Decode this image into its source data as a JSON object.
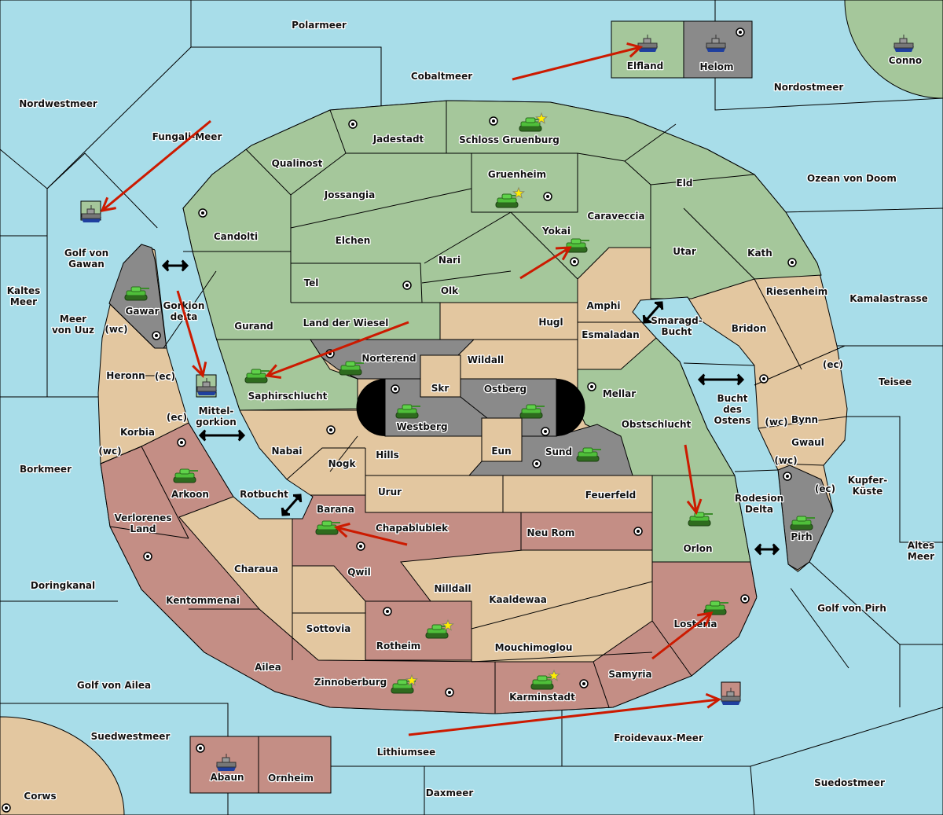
{
  "colors": {
    "sea": "#a8dde9",
    "neutral": "#e3c7a0",
    "green": "#a5c79b",
    "red": "#c48e85",
    "gray": "#8a8a8a",
    "order_arrow": "#cc1a00",
    "star": "#ffee00"
  },
  "labels": {
    "sea": [
      "Polarmeer",
      "Cobaltmeer",
      "Nordwestmeer",
      "Fungali-Meer",
      "Nordostmeer",
      "Conno",
      "Elfland",
      "Helom",
      "Ozean von Doom",
      "Golf von\nGawan",
      "Kaltes\nMeer",
      "Meer\nvon Uuz",
      "Gorkion\ndelta",
      "Kamalastrasse",
      "Smaragd-\nBucht",
      "Teisee",
      "Bucht\ndes\nOstens",
      "Mittel-\ngorkion",
      "Borkmeer",
      "Kupfer-\nKüste",
      "Rotbucht",
      "Rodesion\nDelta",
      "Altes\nMeer",
      "Doringkanal",
      "Golf von Pirh",
      "Golf von Ailea",
      "Suedwestmeer",
      "Froidevaux-Meer",
      "Lithiumsee",
      "Suedostmeer",
      "Daxmeer",
      "Corws",
      "Abaun",
      "Ornheim"
    ],
    "land": [
      "Jadestadt",
      "Schloss Gruenburg",
      "Qualinost",
      "Gruenheim",
      "Eld",
      "Jossangia",
      "Caraveccia",
      "Candolti",
      "Elchen",
      "Yokai",
      "Utar",
      "Kath",
      "Nari",
      "Tel",
      "Olk",
      "Riesenheim",
      "Amphi",
      "Gawar",
      "Gurand",
      "Land der Wiesel",
      "Hugl",
      "Bridon",
      "Esmaladan",
      "Norterend",
      "Wildall",
      "Heronn",
      "Skr",
      "Ostberg",
      "Mellar",
      "Saphirschlucht",
      "Westberg",
      "Obstschlucht",
      "Korbia",
      "Bynn",
      "Gwaul",
      "Nabai",
      "Eun",
      "Sund",
      "Hills",
      "Nogk",
      "Arkoon",
      "Urur",
      "Feuerfeld",
      "Barana",
      "Verlorenes\nLand",
      "Chapablublek",
      "Neu Rom",
      "Pirh",
      "Orlon",
      "Charaua",
      "Qwil",
      "Nilldall",
      "Kaaldewaa",
      "Kentommenai",
      "Losteria",
      "Sottovia",
      "Rotheim",
      "Mouchimoglou",
      "Ailea",
      "Samyria",
      "Zinnoberburg",
      "Karminstadt"
    ],
    "coasts": [
      "(wc)",
      "(ec)",
      "(ec)",
      "(wc)",
      "(ec)",
      "(wc)",
      "(wc)",
      "(ec)"
    ]
  },
  "units": {
    "armies": [
      "Schloss Gruenburg",
      "Gruenheim",
      "Yokai",
      "Gawar",
      "Saphirschlucht",
      "Norterend",
      "Westberg",
      "Ostberg",
      "Sund",
      "Arkoon",
      "Barana",
      "Orlon",
      "Pirh",
      "Losteria",
      "Rotheim",
      "Zinnoberburg",
      "Karminstadt"
    ],
    "fleets": [
      "Elfland",
      "Helom",
      "Conno",
      "Golf von Gawan",
      "Mittelgorkion",
      "Abaun",
      "Froidevaux-Meer"
    ],
    "starred": [
      "Schloss Gruenburg",
      "Gruenheim",
      "Rotheim",
      "Zinnoberburg",
      "Karminstadt"
    ]
  }
}
